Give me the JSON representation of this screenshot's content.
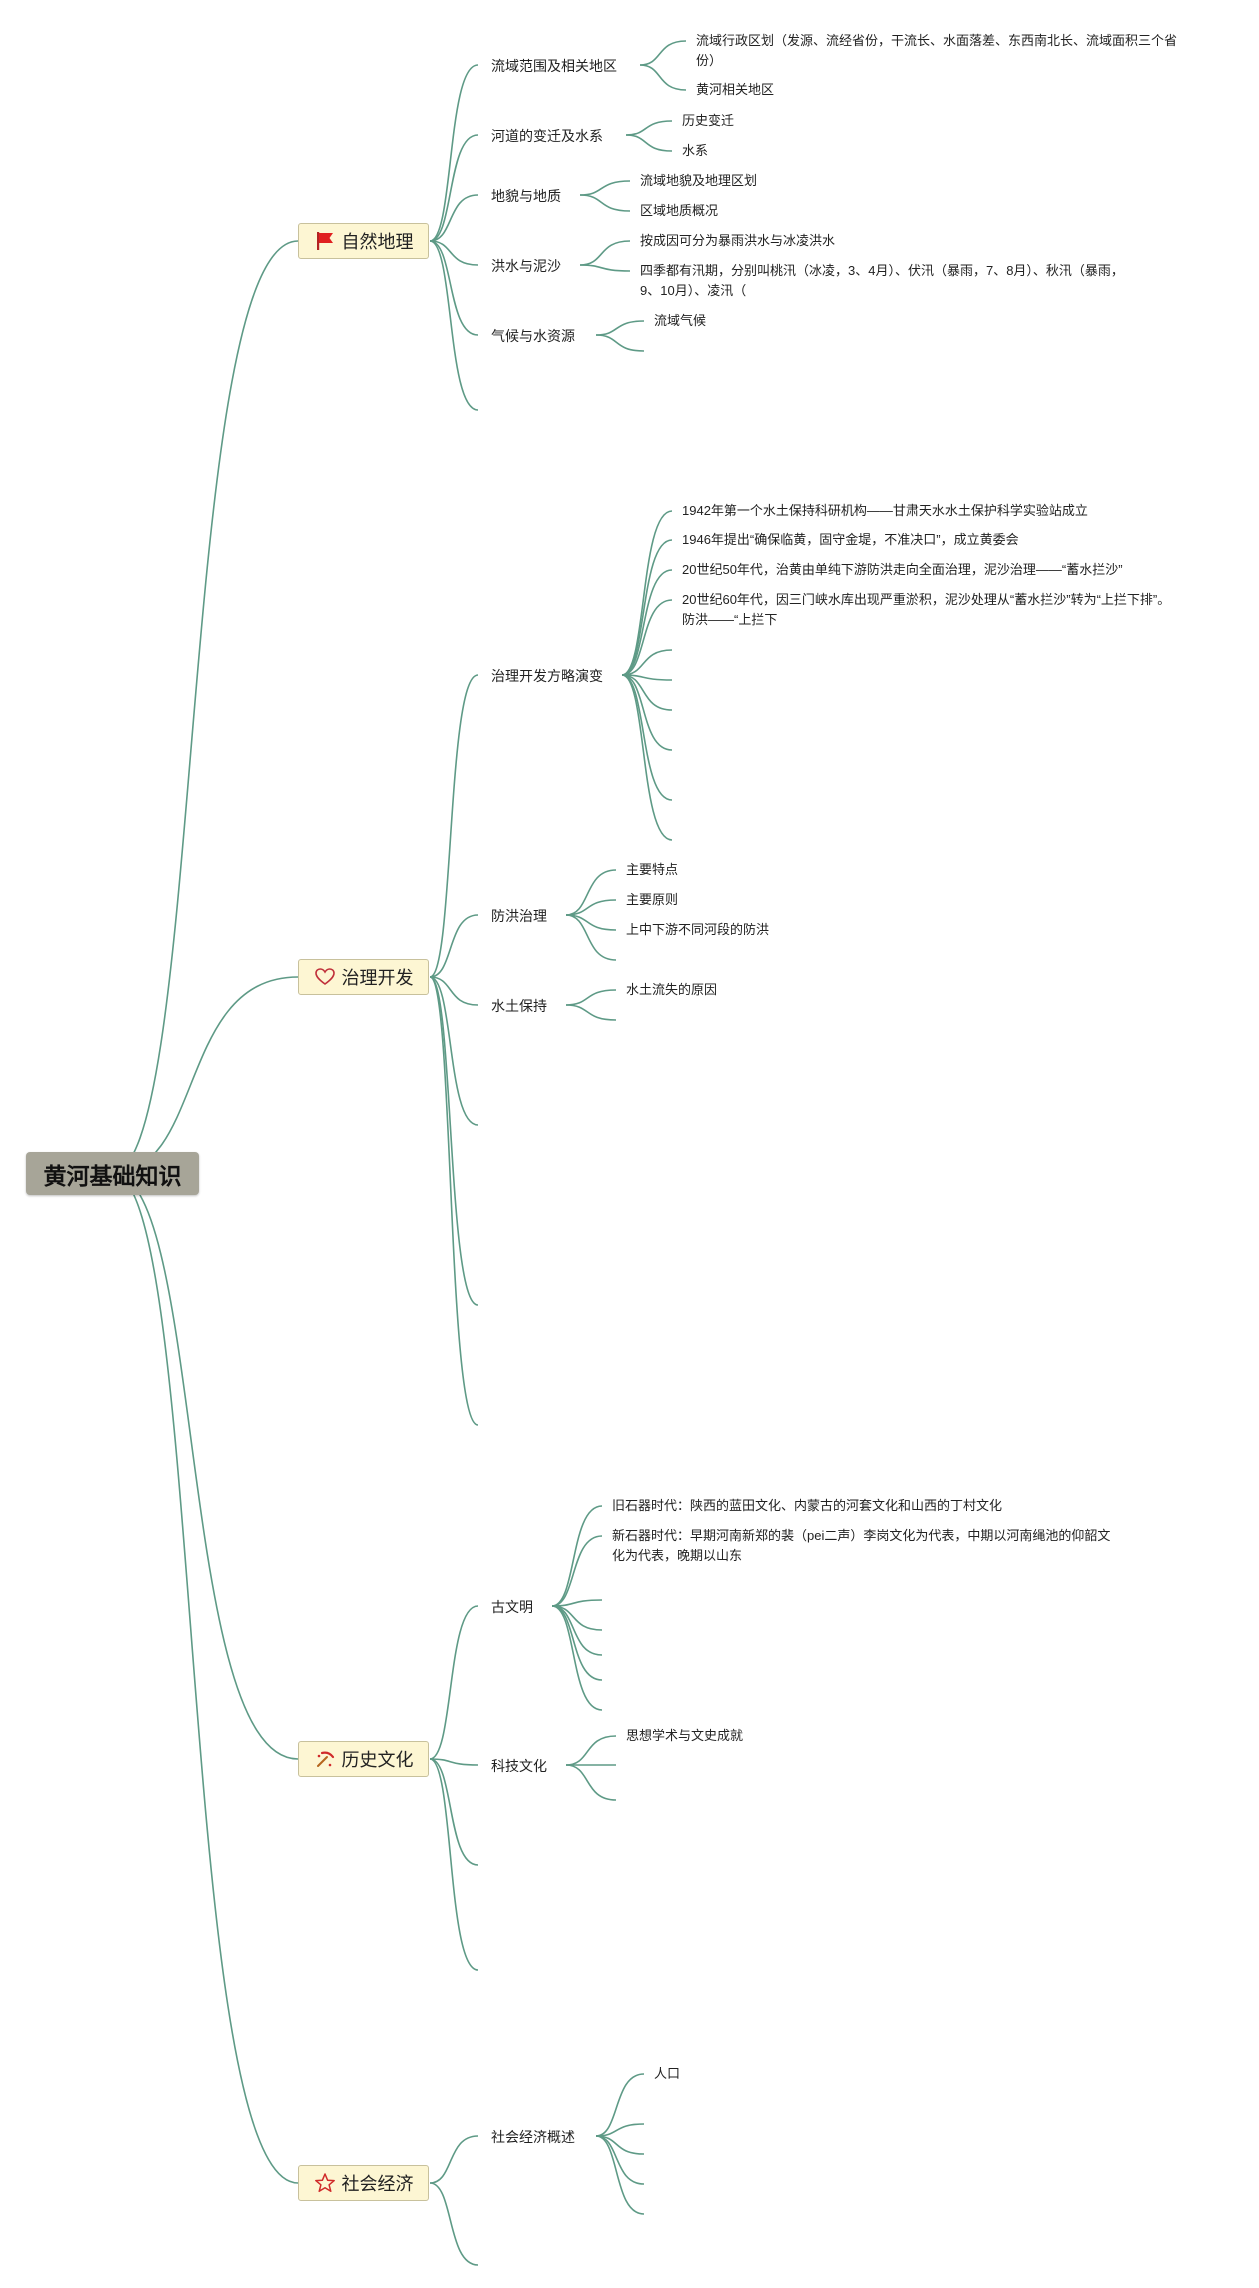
{
  "root": {
    "label": "黄河基础知识"
  },
  "branches": [
    {
      "label": "自然地理",
      "icon": "red-flag-icon",
      "topics": [
        {
          "label": "流域范围及相关地区",
          "leaves": [
            "流域行政区划（发源、流经省份，干流长、水面落差、东西南北长、流域面积三个省份）",
            "黄河相关地区"
          ]
        },
        {
          "label": "河道的变迁及水系",
          "leaves": [
            "历史变迁",
            "水系"
          ]
        },
        {
          "label": "地貌与地质",
          "leaves": [
            "流域地貌及地理区划",
            "区域地质概况"
          ]
        },
        {
          "label": "洪水与泥沙",
          "leaves": [
            "按成因可分为暴雨洪水与冰凌洪水",
            "四季都有汛期，分别叫桃汛（冰凌，3、4月）、伏汛（暴雨，7、8月）、秋汛（暴雨，9、10月）、凌汛（"
          ]
        },
        {
          "label": "气候与水资源",
          "leaves": [
            "流域气候",
            ""
          ]
        },
        {
          "label": "",
          "leaves": []
        }
      ]
    },
    {
      "label": "治理开发",
      "icon": "heart-icon",
      "topics": [
        {
          "label": "治理开发方略演变",
          "leaves": [
            "1942年第一个水土保持科研机构——甘肃天水水土保护科学实验站成立",
            "1946年提出“确保临黄，固守金堤，不准决口”，成立黄委会",
            "20世纪50年代，治黄由单纯下游防洪走向全面治理，泥沙治理——“蓄水拦沙”",
            "20世纪60年代，因三门峡水库出现严重淤积，泥沙处理从“蓄水拦沙”转为“上拦下排”。防洪——“上拦下",
            "",
            "",
            "",
            "",
            "",
            ""
          ]
        },
        {
          "label": "防洪治理",
          "leaves": [
            "主要特点",
            "主要原则",
            "上中下游不同河段的防洪",
            ""
          ]
        },
        {
          "label": "水土保持",
          "leaves": [
            "水土流失的原因",
            ""
          ]
        },
        {
          "label": "",
          "leaves": []
        },
        {
          "label": "",
          "leaves": []
        },
        {
          "label": "",
          "leaves": []
        }
      ]
    },
    {
      "label": "历史文化",
      "icon": "pickaxe-icon",
      "topics": [
        {
          "label": "古文明",
          "leaves": [
            "旧石器时代：陕西的蓝田文化、内蒙古的河套文化和山西的丁村文化",
            "新石器时代：早期河南新郑的裴（pei二声）李岗文化为代表，中期以河南绳池的仰韶文化为代表，晚期以山东",
            "",
            "",
            "",
            "",
            ""
          ]
        },
        {
          "label": "科技文化",
          "leaves": [
            "思想学术与文史成就",
            "",
            ""
          ]
        },
        {
          "label": "",
          "leaves": []
        },
        {
          "label": "",
          "leaves": []
        }
      ]
    },
    {
      "label": "社会经济",
      "icon": "star-icon",
      "topics": [
        {
          "label": "社会经济概述",
          "leaves": [
            "人口",
            "",
            "",
            "",
            ""
          ]
        },
        {
          "label": "",
          "leaves": []
        }
      ]
    }
  ],
  "colors": {
    "edge": "#5e9a86",
    "branch_fill": "#fdf6d3",
    "root_fill": "#a7a598"
  }
}
